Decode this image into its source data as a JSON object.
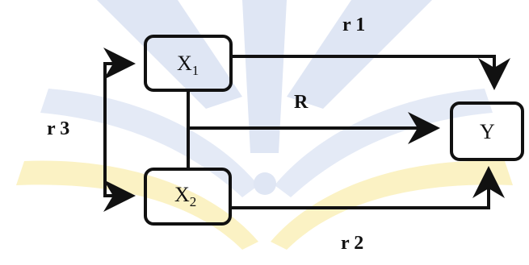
{
  "nodes": {
    "x1": {
      "label": "X",
      "sub": "1"
    },
    "x2": {
      "label": "X",
      "sub": "2"
    },
    "y": {
      "label": "Y"
    }
  },
  "edges": {
    "r1": "r 1",
    "r2": "r 2",
    "r3": "r 3",
    "R": "R"
  },
  "colors": {
    "stroke": "#111111",
    "watermark_blue": "#cfd9ee",
    "watermark_yellow": "#fbf0b8"
  }
}
